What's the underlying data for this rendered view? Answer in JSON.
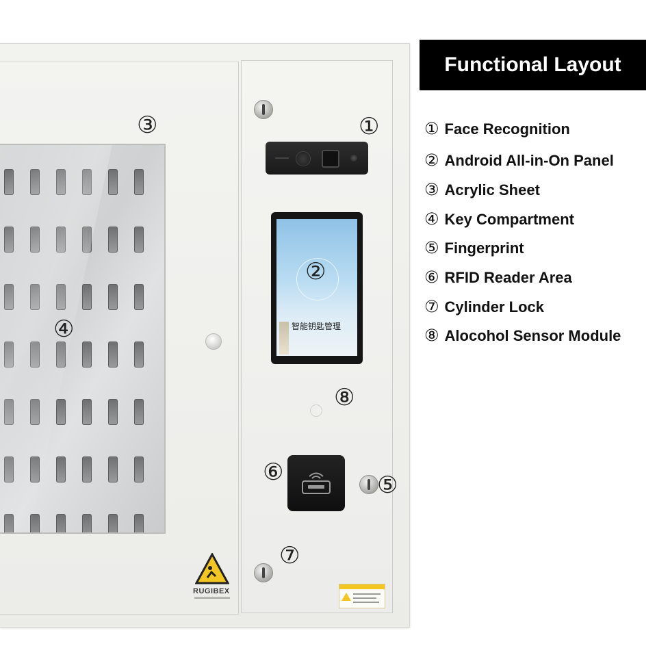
{
  "title": "Functional Layout",
  "legend": [
    {
      "marker": "①",
      "label": "Face Recognition"
    },
    {
      "marker": "②",
      "label": "Android All-in-On Panel"
    },
    {
      "marker": "③",
      "label": "Acrylic Sheet"
    },
    {
      "marker": "④",
      "label": "Key Compartment"
    },
    {
      "marker": "⑤",
      "label": "Fingerprint"
    },
    {
      "marker": "⑥",
      "label": "RFID Reader Area"
    },
    {
      "marker": "⑦",
      "label": "Cylinder Lock"
    },
    {
      "marker": "⑧",
      "label": "Alocohol Sensor Module"
    }
  ],
  "photo_markers": {
    "m1": "①",
    "m2": "②",
    "m3": "③",
    "m4": "④",
    "m5": "⑤",
    "m6": "⑥",
    "m7": "⑦",
    "m8": "⑧"
  },
  "screen": {
    "heading": "智能钥匙管理"
  },
  "brand": "RUGIBEX",
  "icons": {
    "rfid": "rfid-wireless-icon",
    "warning": "warning-triangle-icon",
    "lock": "cylinder-lock-icon"
  },
  "colors": {
    "title_bg": "#000000",
    "title_fg": "#ffffff",
    "warning_yellow": "#f3c623",
    "cabinet": "#efefec"
  }
}
